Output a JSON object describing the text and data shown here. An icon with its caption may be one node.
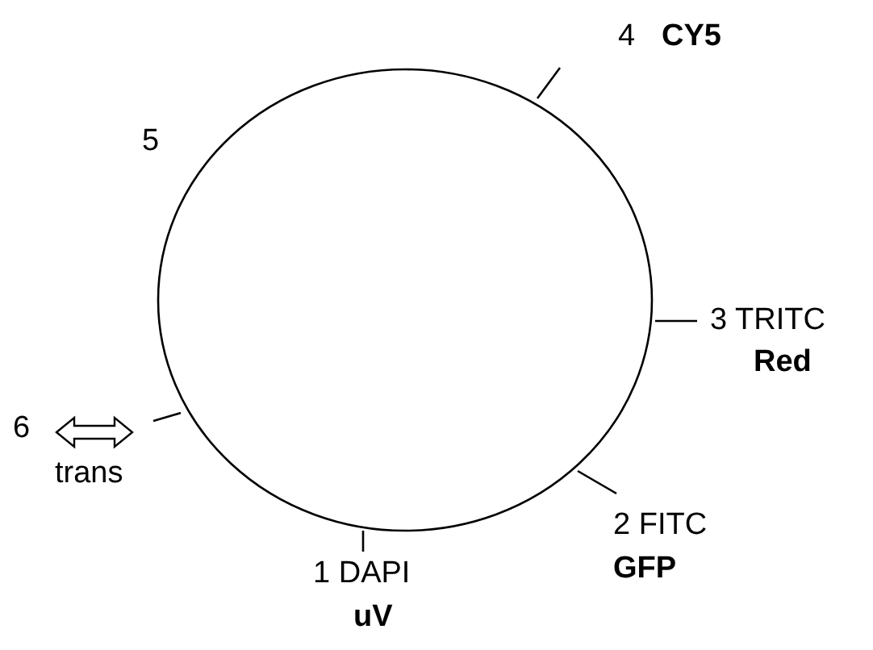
{
  "diagram": {
    "nodes": [
      {
        "text": [],
        "shape": "circle"
      }
    ],
    "labels": [
      "4",
      "CY5",
      "5",
      "3 TRITC",
      "Red",
      "6",
      "trans",
      "2 FITC",
      "GFP",
      "1 DAPI",
      "uV"
    ]
  }
}
